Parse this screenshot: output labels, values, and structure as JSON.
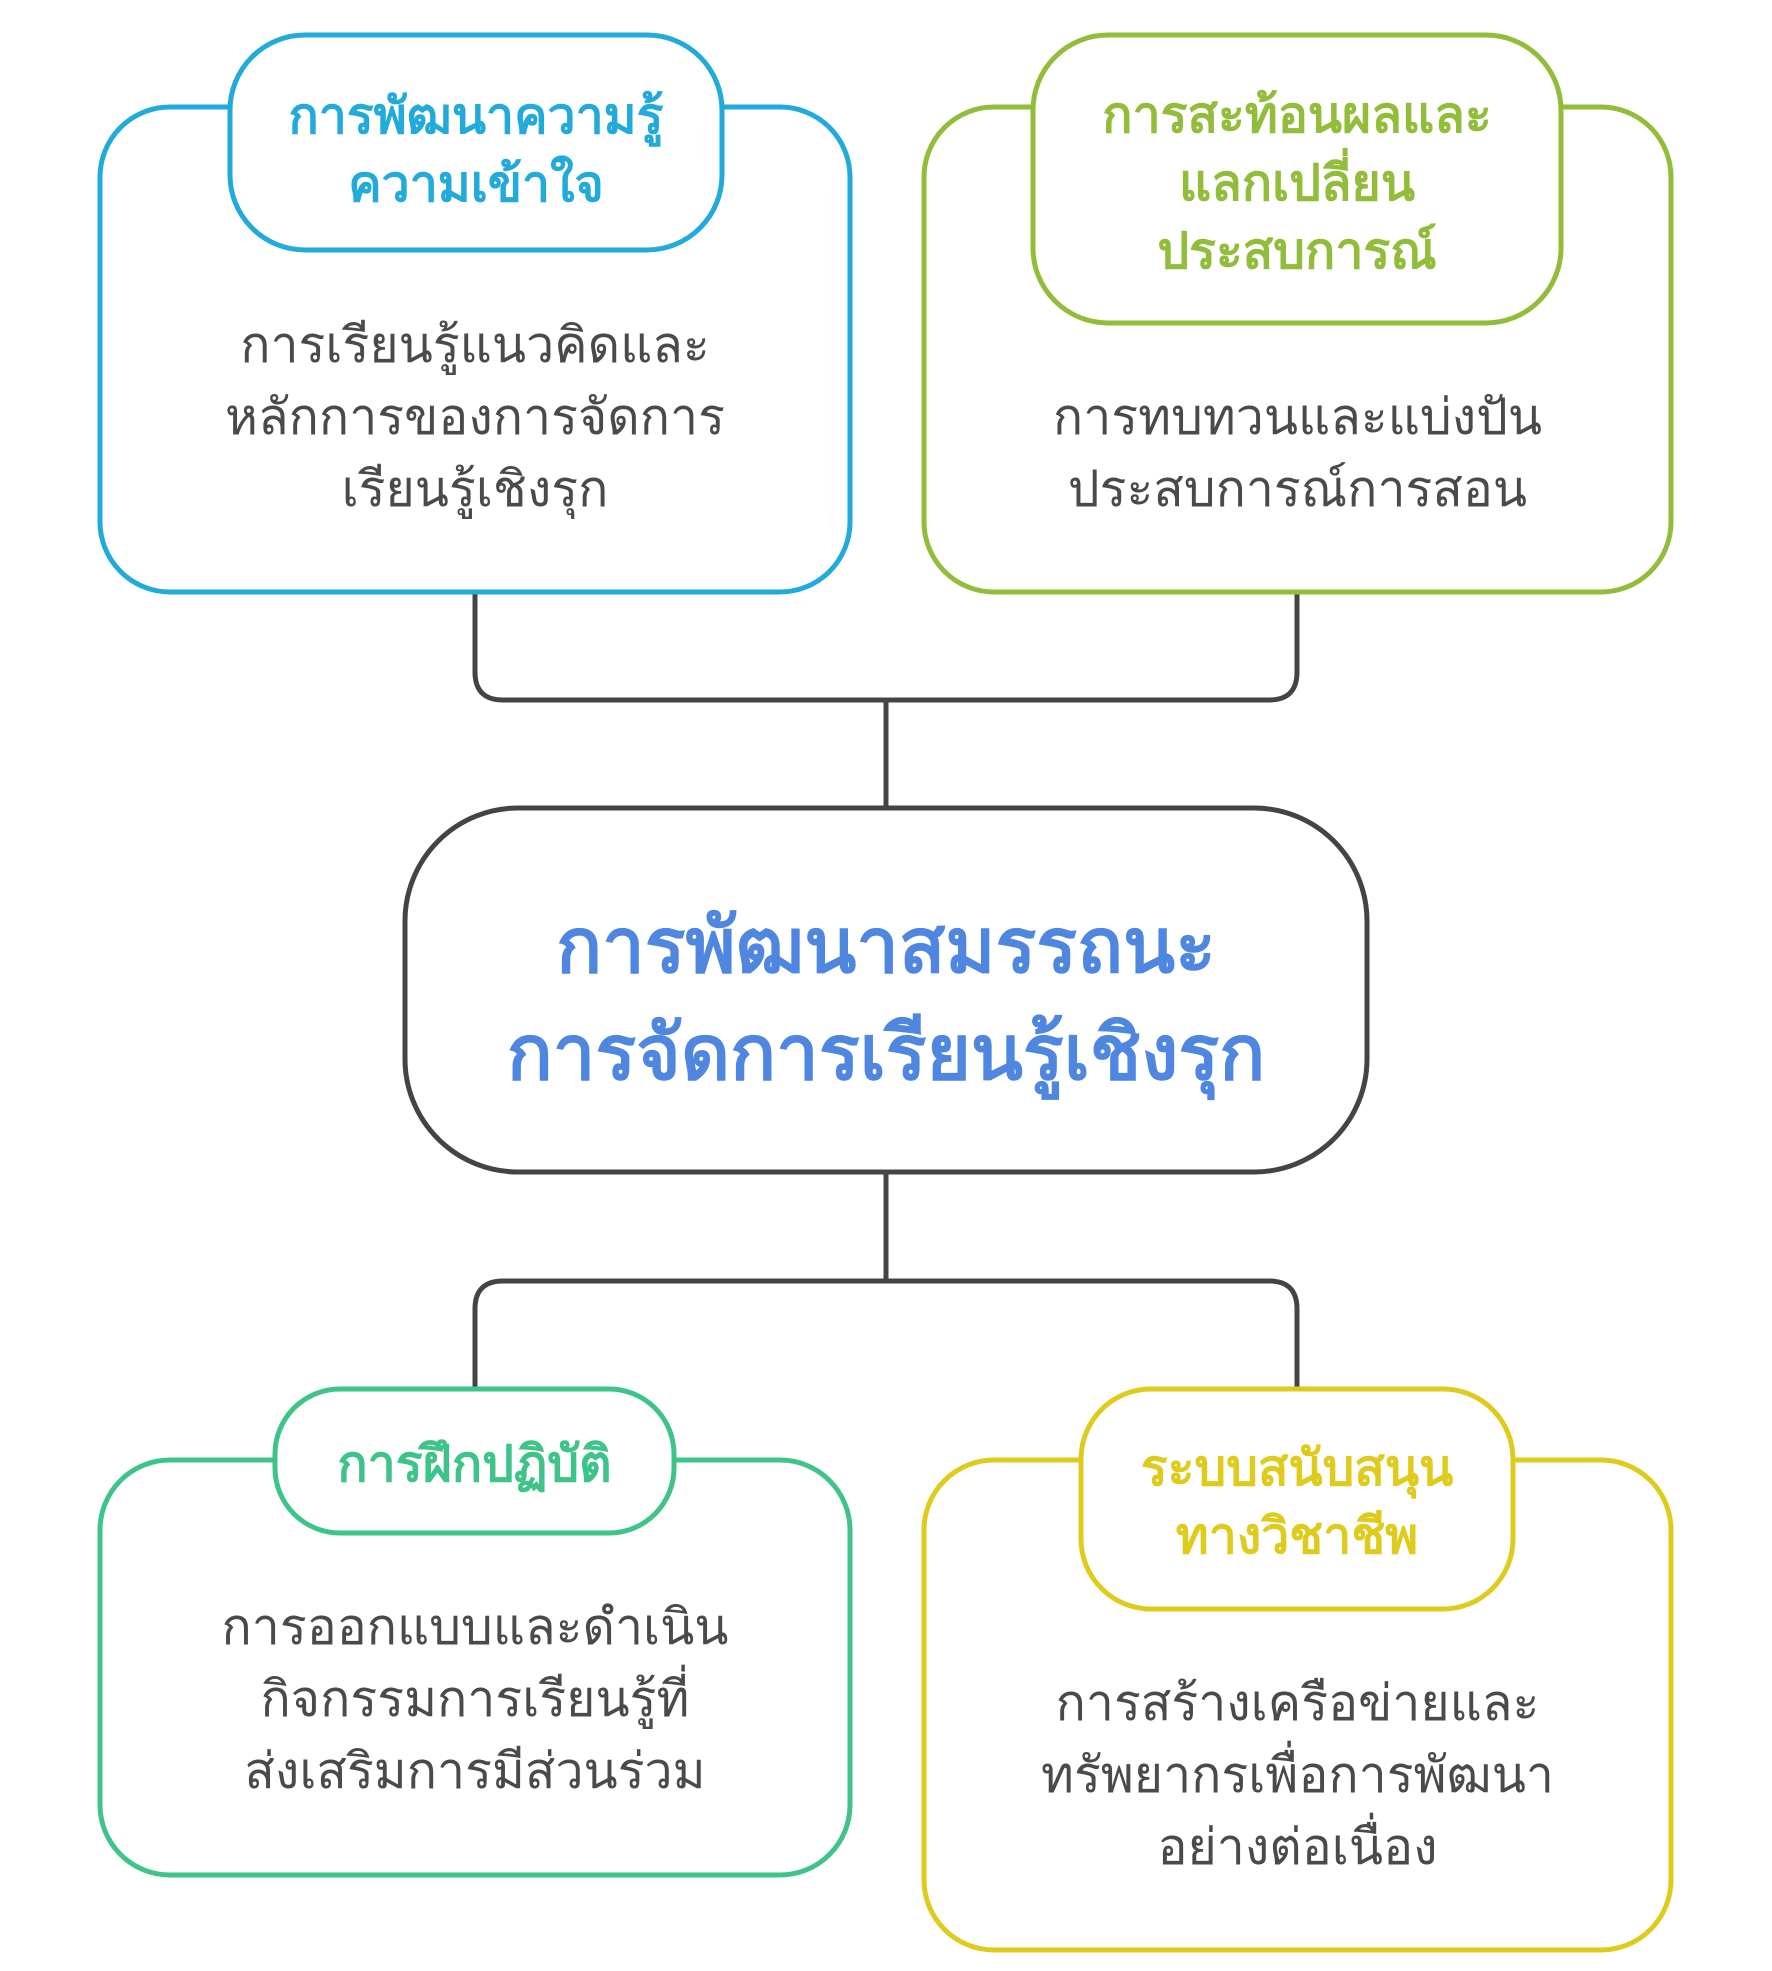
{
  "colors": {
    "knowledge": "#22aadb",
    "reflection": "#92bd3a",
    "practice": "#3ec488",
    "support": "#dfcb1b",
    "center_text": "#4f86e0",
    "connector": "#444444",
    "body_text": "#4a4a4a"
  },
  "center": {
    "title_lines": [
      "การพัฒนาสมรรถนะ",
      "การจัดการเรียนรู้เชิงรุก"
    ]
  },
  "nodes": [
    {
      "title_lines": [
        "การพัฒนาความรู้",
        "ความเข้าใจ"
      ],
      "body_lines": [
        "การเรียนรู้แนวคิดและ",
        "หลักการของการจัดการ",
        "เรียนรู้เชิงรุก"
      ]
    },
    {
      "title_lines": [
        "การสะท้อนผลและ",
        "แลกเปลี่ยน",
        "ประสบการณ์"
      ],
      "body_lines": [
        "การทบทวนและแบ่งปัน",
        "ประสบการณ์การสอน"
      ]
    },
    {
      "title_lines": [
        "การฝึกปฏิบัติ"
      ],
      "body_lines": [
        "การออกแบบและดำเนิน",
        "กิจกรรมการเรียนรู้ที่",
        "ส่งเสริมการมีส่วนร่วม"
      ]
    },
    {
      "title_lines": [
        "ระบบสนับสนุน",
        "ทางวิชาชีพ"
      ],
      "body_lines": [
        "การสร้างเครือข่ายและ",
        "ทรัพยากรเพื่อการพัฒนา",
        "อย่างต่อเนื่อง"
      ]
    }
  ]
}
